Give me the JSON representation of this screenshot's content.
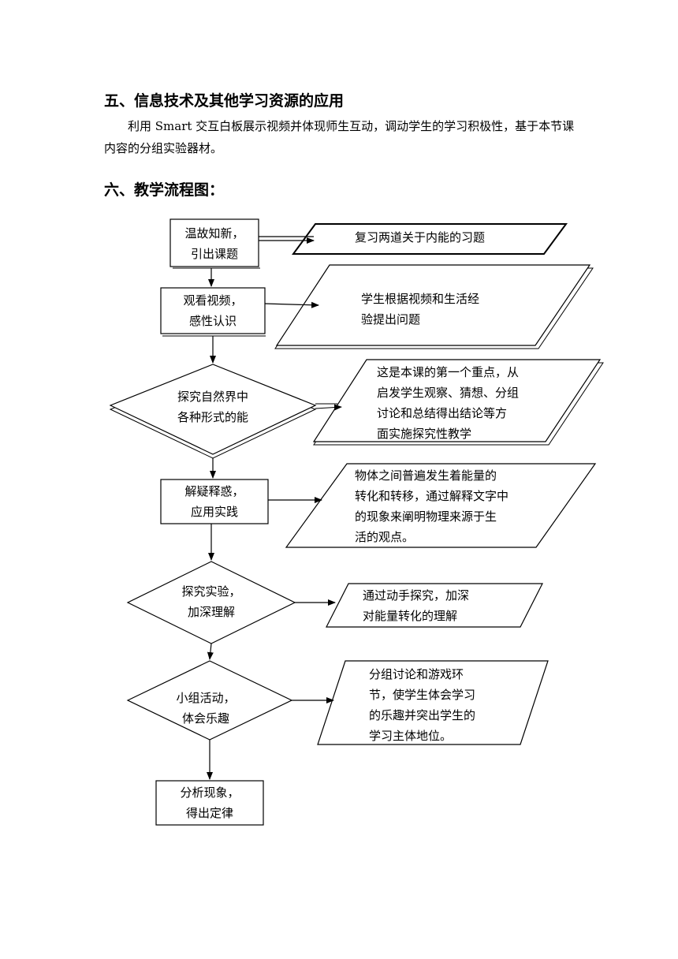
{
  "section5": {
    "heading": "五、信息技术及其他学习资源的应用",
    "paragraph": "利用 Smart 交互白板展示视频并体现师生互动，调动学生的学习积极性，基于本节课内容的分组实验器材。"
  },
  "section6": {
    "heading": "六、教学流程图："
  },
  "flowchart": {
    "steps": [
      {
        "line1": "温故知新，",
        "line2": "引出课题"
      },
      {
        "line1": "观看视频，",
        "line2": "感性认识"
      },
      {
        "line1": "探究自然界中",
        "line2": "各种形式的能"
      },
      {
        "line1": "解疑释惑，",
        "line2": "应用实践"
      },
      {
        "line1": "探究实验，",
        "line2": "加深理解"
      },
      {
        "line1": "小组活动，",
        "line2": "体会乐趣"
      },
      {
        "line1": "分析现象，",
        "line2": "得出定律"
      }
    ],
    "notes": [
      {
        "lines": [
          "复习两道关于内能的习题"
        ]
      },
      {
        "lines": [
          "学生根据视频和生活经",
          "验提出问题"
        ]
      },
      {
        "lines": [
          "这是本课的第一个重点，从",
          "启发学生观察、猜想、分组",
          "讨论和总结得出结论等方",
          "面实施探究性教学"
        ]
      },
      {
        "lines": [
          "物体之间普遍发生着能量的",
          "转化和转移，通过解释文字中",
          "的现象来阐明物理来源于生",
          "活的观点。"
        ]
      },
      {
        "lines": [
          "通过动手探究，加深",
          "对能量转化的理解"
        ]
      },
      {
        "lines": [
          "分组讨论和游戏环",
          "节，使学生体会学习",
          "的乐趣并突出学生的",
          "学习主体地位。"
        ]
      }
    ]
  }
}
